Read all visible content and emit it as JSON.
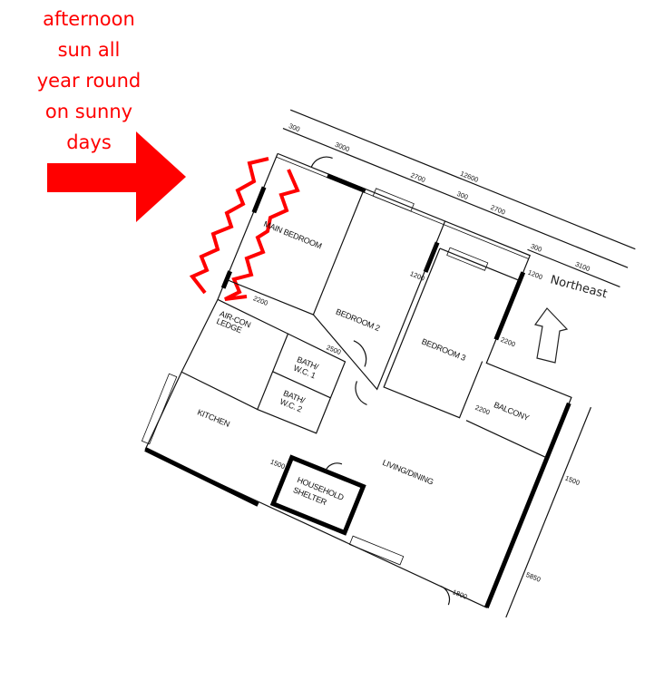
{
  "annotation": {
    "lines": [
      "afternoon",
      "sun all",
      "year round",
      "on sunny",
      "days"
    ],
    "color": "#ff0000"
  },
  "compass": {
    "label": "Northeast",
    "icon": "arrow-up-icon"
  },
  "rooms": {
    "main_bedroom": "MAIN BEDROOM",
    "bedroom2": "BEDROOM 2",
    "bedroom3": "BEDROOM 3",
    "aircon_ledge_1": "AIR-CON",
    "aircon_ledge_2": "LEDGE",
    "bath1_a": "BATH/",
    "bath1_b": "W.C. 1",
    "bath2_a": "BATH/",
    "bath2_b": "W.C. 2",
    "balcony": "BALCONY",
    "kitchen": "KITCHEN",
    "living": "LIVING/DINING",
    "shelter_a": "HOUSEHOLD",
    "shelter_b": "SHELTER"
  },
  "dimensions": {
    "overall": "12600",
    "d300a": "300",
    "d3000": "3000",
    "d2700a": "2700",
    "d300b": "300",
    "d2700b": "2700",
    "d300c": "300",
    "d3100": "3100",
    "d1200a": "1200",
    "d1200b": "1200",
    "d2200a": "2200",
    "d2500": "2500",
    "d2200b": "2200",
    "d2200c": "2200",
    "d1500a": "1500",
    "d1500b": "1500",
    "d5850": "5850",
    "d1800": "1800"
  }
}
